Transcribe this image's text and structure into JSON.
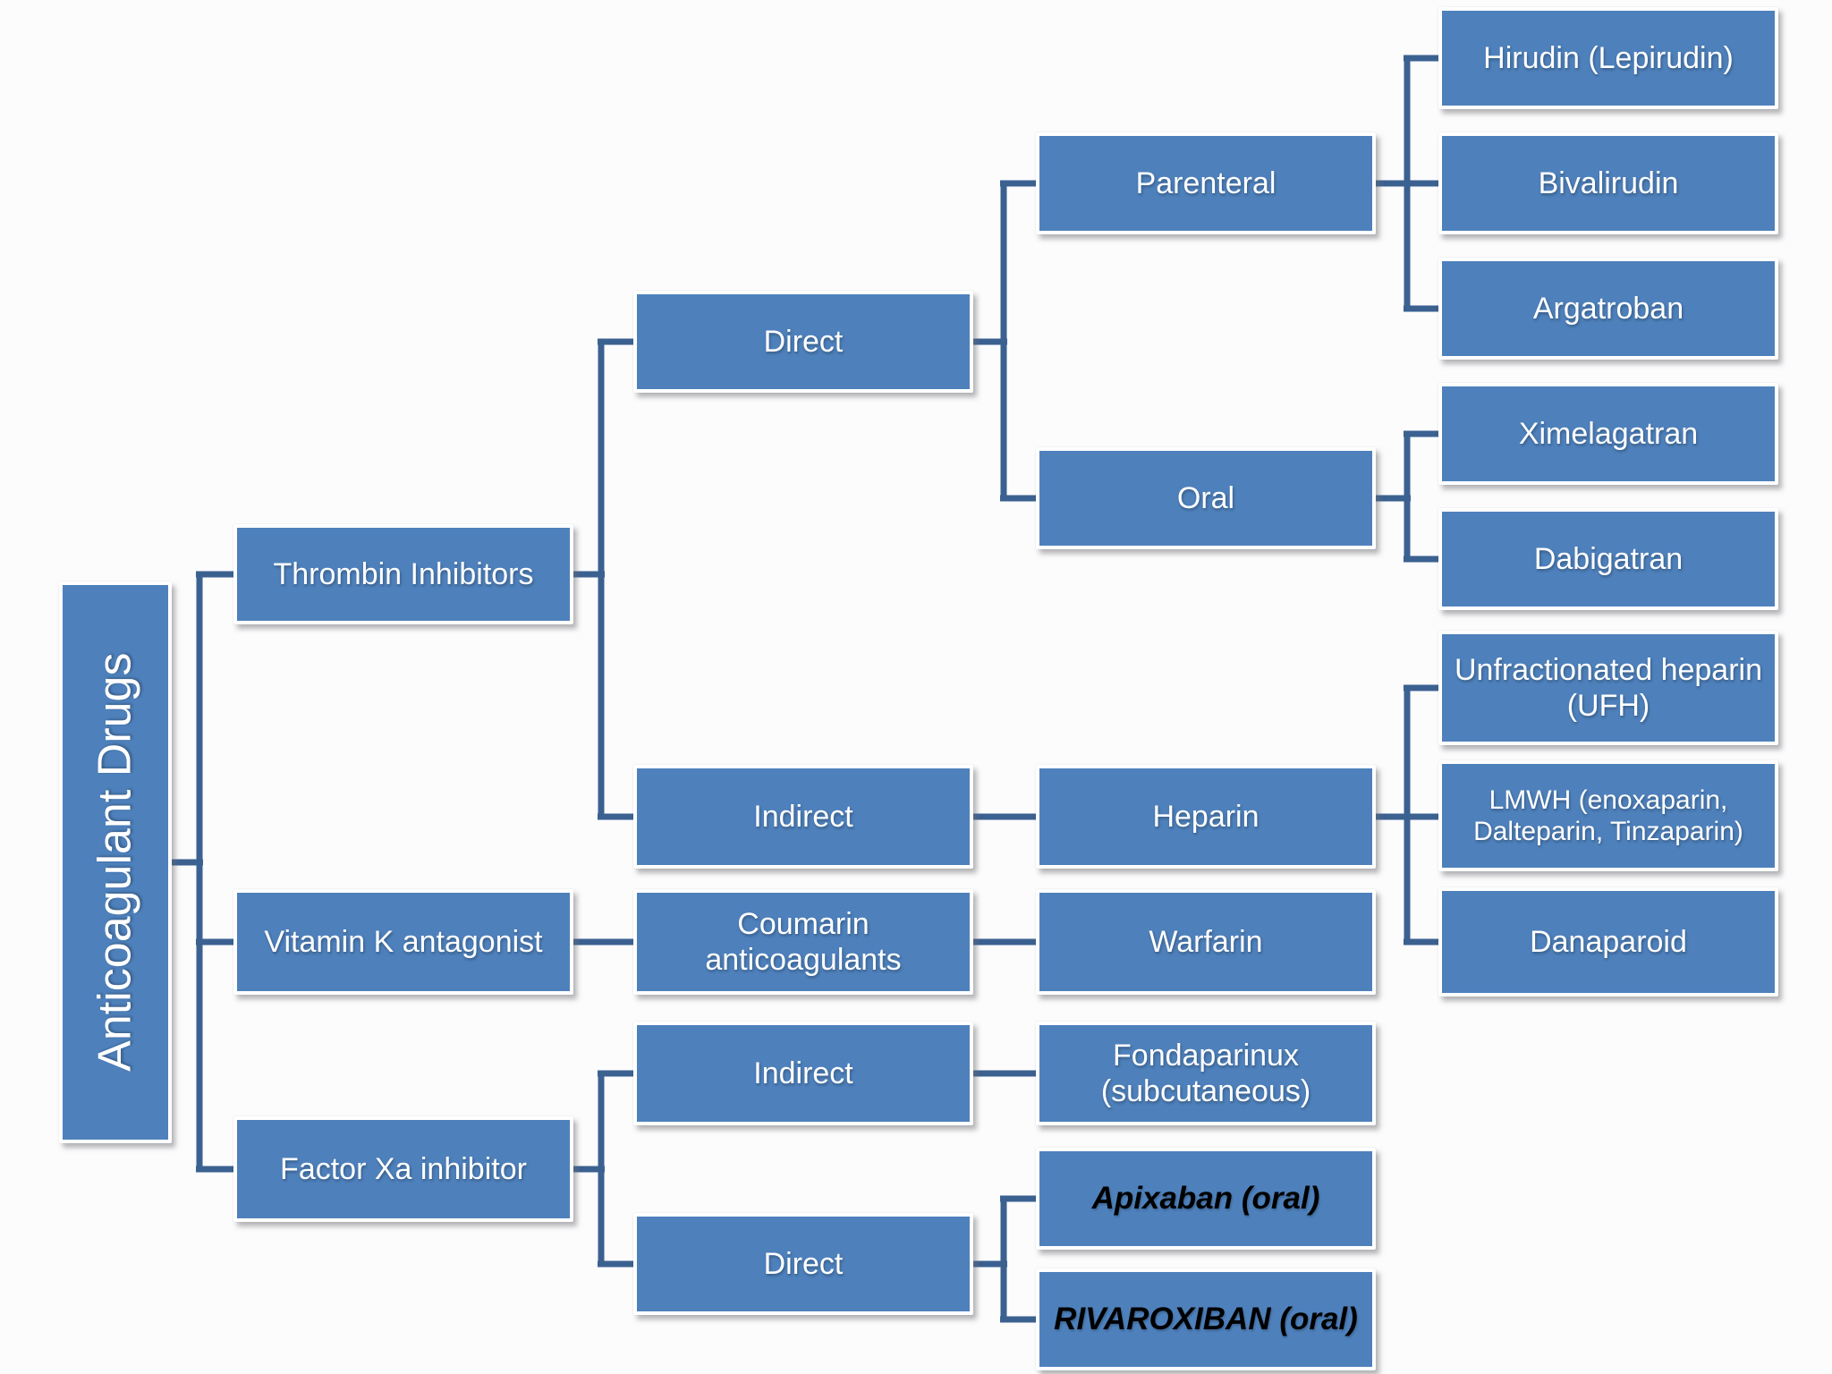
{
  "colors": {
    "node-fill": "#4e81bc",
    "node-border": "#ffffff",
    "connector": "#3b6191",
    "node-text": "#ffffff",
    "emphasis-text": "#000000",
    "background": "#fcfcfd"
  },
  "tree": {
    "label": "Anticoagulant Drugs",
    "children": [
      {
        "label": "Thrombin Inhibitors",
        "children": [
          {
            "label": "Direct",
            "children": [
              {
                "label": "Parenteral",
                "children": [
                  {
                    "label": "Hirudin (Lepirudin)"
                  },
                  {
                    "label": "Bivalirudin"
                  },
                  {
                    "label": "Argatroban"
                  }
                ]
              },
              {
                "label": "Oral",
                "children": [
                  {
                    "label": "Ximelagatran"
                  },
                  {
                    "label": "Dabigatran"
                  }
                ]
              }
            ]
          },
          {
            "label": "Indirect",
            "children": [
              {
                "label": "Heparin",
                "children": [
                  {
                    "label": "Unfractionated heparin (UFH)"
                  },
                  {
                    "label": "LMWH (enoxaparin, Dalteparin, Tinzaparin)"
                  },
                  {
                    "label": "Danaparoid"
                  }
                ]
              }
            ]
          }
        ]
      },
      {
        "label": "Vitamin K antagonist",
        "children": [
          {
            "label": "Coumarin anticoagulants",
            "children": [
              {
                "label": "Warfarin"
              }
            ]
          }
        ]
      },
      {
        "label": "Factor Xa inhibitor",
        "children": [
          {
            "label": "Indirect",
            "children": [
              {
                "label": "Fondaparinux (subcutaneous)"
              }
            ]
          },
          {
            "label": "Direct",
            "children": [
              {
                "label": "Apixaban (oral)",
                "emphasis": true
              },
              {
                "label": "RIVAROXIBAN (oral)",
                "emphasis": true
              }
            ]
          }
        ]
      }
    ]
  }
}
